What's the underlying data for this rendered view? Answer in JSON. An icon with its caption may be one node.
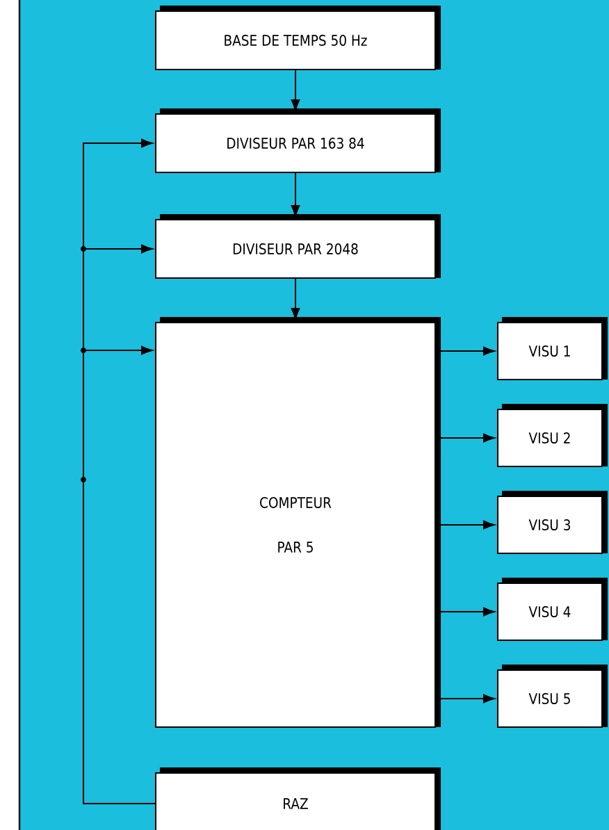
{
  "diagram": {
    "nodes": [
      {
        "text": [
          "BASE DE TEMPS 50 Hz"
        ]
      },
      {
        "text": [
          "DIVISEUR PAR 163 84"
        ]
      },
      {
        "text": [
          "DIVISEUR PAR 2048"
        ]
      },
      {
        "text": [
          "COMPTEUR PAR 5"
        ]
      },
      {
        "text": [
          "VISU 1"
        ]
      },
      {
        "text": [
          "VISU 2"
        ]
      },
      {
        "text": [
          "VISU 3"
        ]
      },
      {
        "text": [
          "VISU 4"
        ]
      },
      {
        "text": [
          "VISU 5"
        ]
      },
      {
        "text": [
          "RAZ"
        ]
      }
    ],
    "edges": [
      {
        "from": 0,
        "to": 1,
        "arrow": "to"
      },
      {
        "from": 1,
        "to": 2,
        "arrow": "to"
      },
      {
        "from": 2,
        "to": 3,
        "arrow": "to"
      },
      {
        "from": 3,
        "to": 4,
        "arrow": "to"
      },
      {
        "from": 3,
        "to": 5,
        "arrow": "to"
      },
      {
        "from": 3,
        "to": 6,
        "arrow": "to"
      },
      {
        "from": 3,
        "to": 7,
        "arrow": "to"
      },
      {
        "from": 3,
        "to": 8,
        "arrow": "to"
      },
      {
        "from": 9,
        "to": 1,
        "arrow": "to"
      },
      {
        "from": 9,
        "to": 2,
        "arrow": "to"
      },
      {
        "from": 9,
        "to": 3,
        "arrow": "to"
      }
    ]
  }
}
